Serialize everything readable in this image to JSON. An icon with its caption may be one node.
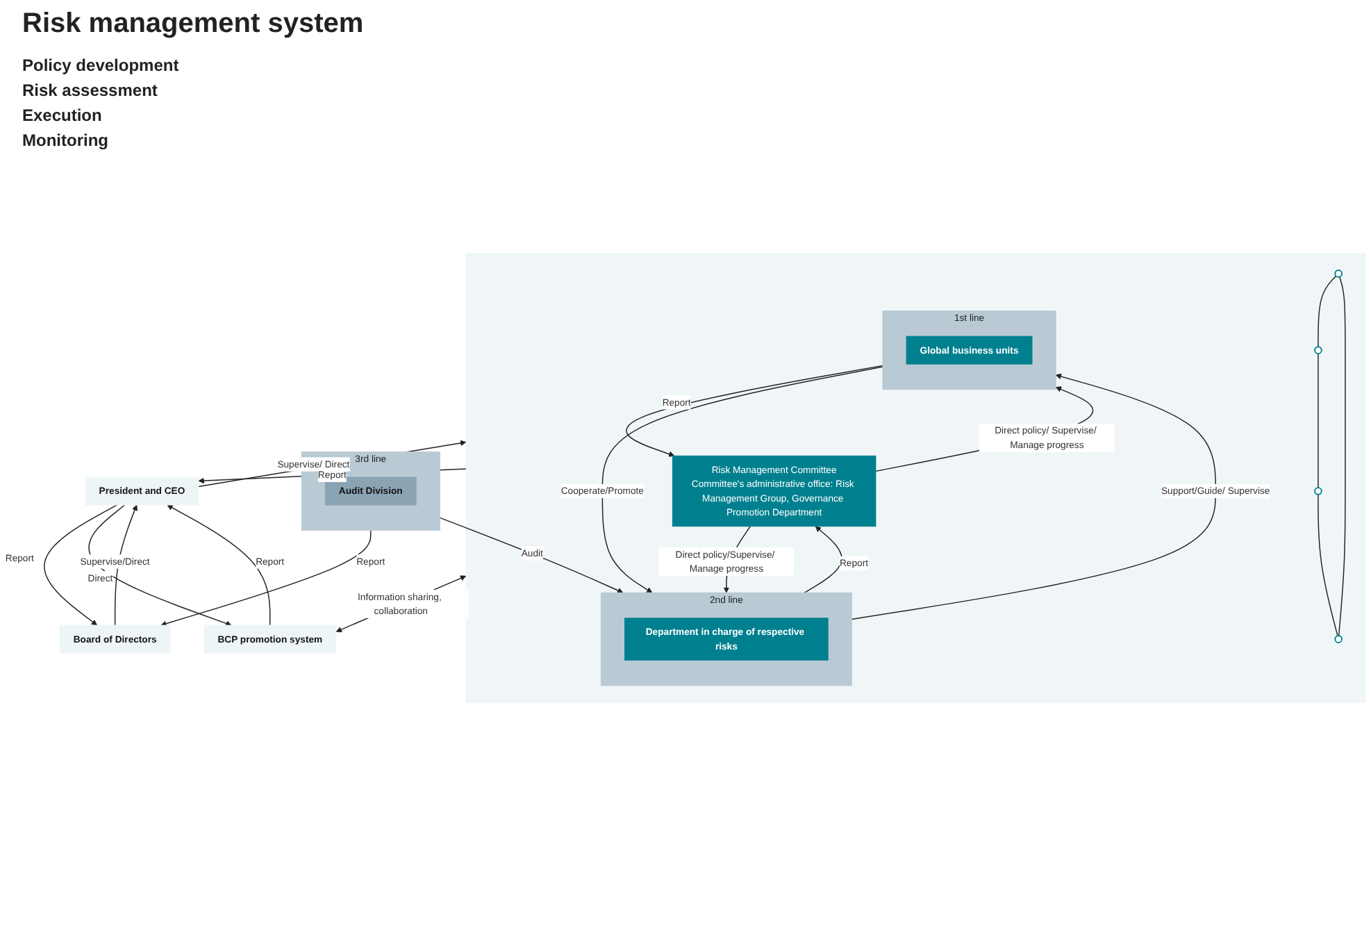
{
  "diagram": {
    "title": "Risk management system",
    "nodes": [
      {
        "text": [
          "Board of Directors"
        ]
      },
      {
        "text": [
          "3rd line"
        ]
      },
      {
        "text": [
          "Audit Division"
        ],
        "in": 1
      },
      {
        "text": [
          "BCP promotion system"
        ]
      },
      {
        "text": [
          "President and CEO"
        ]
      },
      {
        "text": [],
        "shape": "box"
      },
      {
        "text": [
          "Risk Management Committee",
          "Committee's administrative office: Risk Management Group, Governance Promotion Department"
        ],
        "in": 5
      },
      {
        "text": [],
        "shape": "circle",
        "in": 5
      },
      {
        "text": [],
        "shape": "circle",
        "in": 5
      },
      {
        "text": [],
        "shape": "circle",
        "in": 5
      },
      {
        "text": [],
        "shape": "circle",
        "in": 5
      },
      {
        "text": [
          "2nd line"
        ],
        "in": 5
      },
      {
        "text": [
          "Department in charge of respective risks"
        ],
        "in": 11
      },
      {
        "text": [
          "1st line"
        ],
        "in": 5
      },
      {
        "text": [
          "Global business units"
        ],
        "in": 13
      }
    ],
    "edges": [
      {
        "from": 1,
        "to": 0,
        "arrow": "to",
        "label": "Report"
      },
      {
        "from": 0,
        "to": 4,
        "arrow": "to",
        "label": "Supervise/Direct"
      },
      {
        "from": 4,
        "to": 0,
        "arrow": "to",
        "label": "Report"
      },
      {
        "from": 3,
        "to": 4,
        "arrow": "to",
        "label": "Report"
      },
      {
        "from": 4,
        "to": 3,
        "arrow": "to",
        "label": "Direct"
      },
      {
        "from": 3,
        "to": 5,
        "arrow": "both",
        "label": "Information sharing, collaboration"
      },
      {
        "from": 4,
        "to": 5,
        "arrow": "to",
        "label": "Supervise/ Direct"
      },
      {
        "from": 5,
        "to": 4,
        "arrow": "to",
        "label": "Report"
      },
      {
        "from": 1,
        "to": 11,
        "arrow": "to",
        "label": "Audit"
      },
      {
        "from": 6,
        "to": 13,
        "arrow": "to",
        "label": "Direct policy/ Supervise/ Manage progress"
      },
      {
        "from": 13,
        "to": 6,
        "arrow": "to",
        "label": "Report"
      },
      {
        "from": 6,
        "to": 11,
        "arrow": "to",
        "label": "Direct policy/Supervise/ Manage progress"
      },
      {
        "from": 11,
        "to": 6,
        "arrow": "to",
        "label": "Report"
      },
      {
        "from": 11,
        "to": 13,
        "arrow": "to",
        "label": "Support/Guide/ Supervise"
      },
      {
        "from": 13,
        "to": 11,
        "arrow": "to",
        "label": "Cooperate/Promote"
      },
      {
        "from": 7,
        "to": 9,
        "arrow": "none"
      },
      {
        "from": 9,
        "to": 10,
        "arrow": "none"
      },
      {
        "from": 10,
        "to": 8,
        "arrow": "none"
      },
      {
        "from": 8,
        "to": 7,
        "arrow": "none"
      }
    ],
    "labels": [
      "Policy development",
      "Risk assessment",
      "Execution",
      "Monitoring"
    ]
  }
}
